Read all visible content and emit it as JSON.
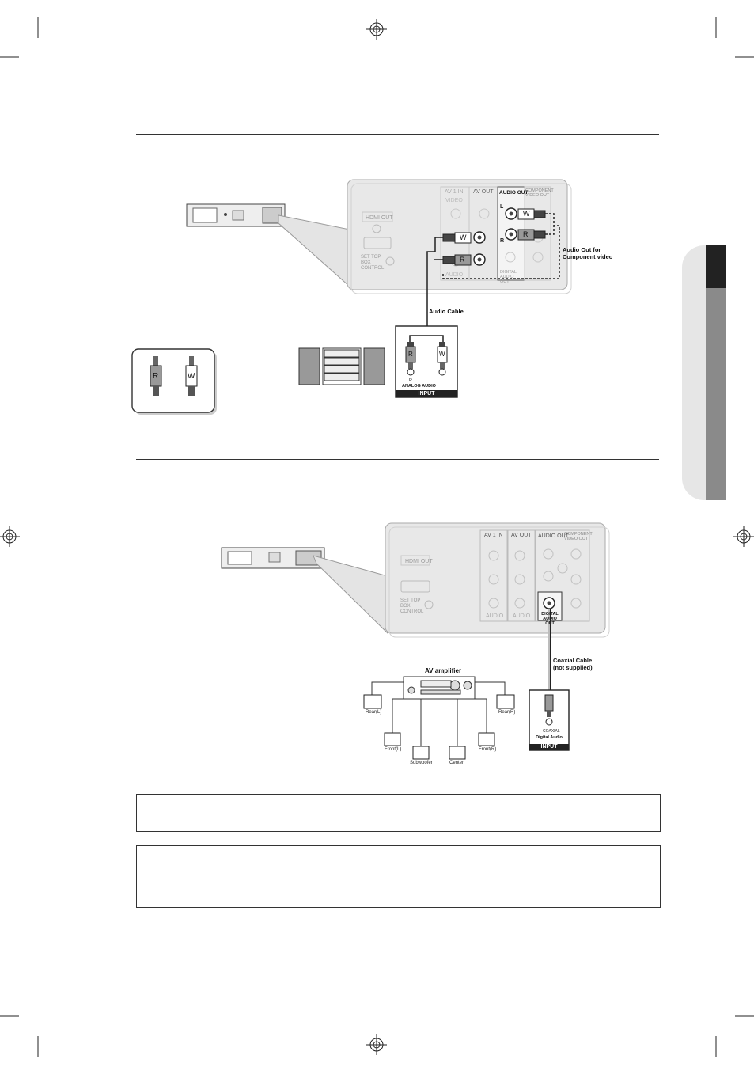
{
  "diagram1": {
    "audio_out_label": "AUDIO OUT",
    "component_label": "COMPONENT VIDEO OUT",
    "av1_label": "AV 1 IN",
    "av_out_label": "AV OUT",
    "video_label": "VIDEO",
    "audio_label": "AUDIO",
    "hdmi_label": "HDMI OUT",
    "set_top_label": "SET TOP BOX CONTROL",
    "digital_label": "DIGITAL AUDIO OUT",
    "audio_out_component": "Audio Out for\nComponent video",
    "audio_cable": "Audio Cable",
    "analog_audio": "ANALOG AUDIO",
    "input": "INPUT",
    "plug_r": "R",
    "plug_w": "W",
    "in_r": "R",
    "in_l": "L",
    "side_l": "L",
    "side_r": "R"
  },
  "diagram2": {
    "av1_label": "AV 1 IN",
    "av_out_label": "AV OUT",
    "audio_out_label": "AUDIO OUT",
    "component_label": "COMPONENT VIDEO OUT",
    "audio_label": "AUDIO",
    "hdmi_label": "HDMI OUT",
    "set_top_label": "SET TOP BOX CONTROL",
    "digital_label": "DIGITAL AUDIO OUT",
    "coaxial": "Coaxial Cable\n(not supplied)",
    "av_amplifier": "AV amplifier",
    "digital_audio": "Digital Audio",
    "coaxial_small": "COAXIAL",
    "input": "INPUT",
    "rear_l": "Rear(L)",
    "rear_r": "Rear(R)",
    "front_l": "Front(L)",
    "front_r": "Front(R)",
    "subwoofer": "Subwoofer",
    "center": "Center"
  },
  "notes": {
    "note1": "",
    "note2": ""
  }
}
